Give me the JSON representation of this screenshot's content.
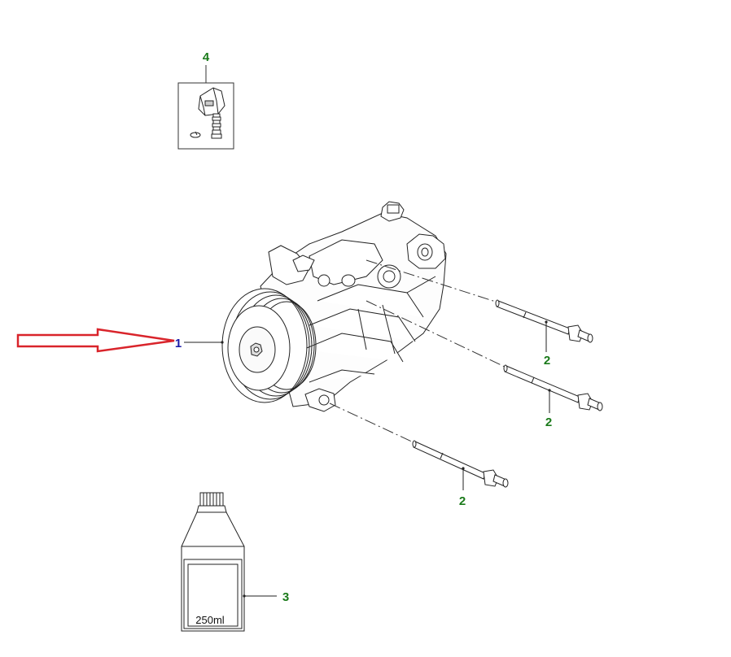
{
  "callouts": {
    "item_1": "1",
    "item_2a": "2",
    "item_2b": "2",
    "item_2c": "2",
    "item_3": "3",
    "item_4": "4"
  },
  "bottle_label": "250ml",
  "colors": {
    "callout_green": "#1a7a1a",
    "callout_blue": "#1a1aa8",
    "arrow_red": "#d9242b",
    "line_art": "#222222"
  }
}
